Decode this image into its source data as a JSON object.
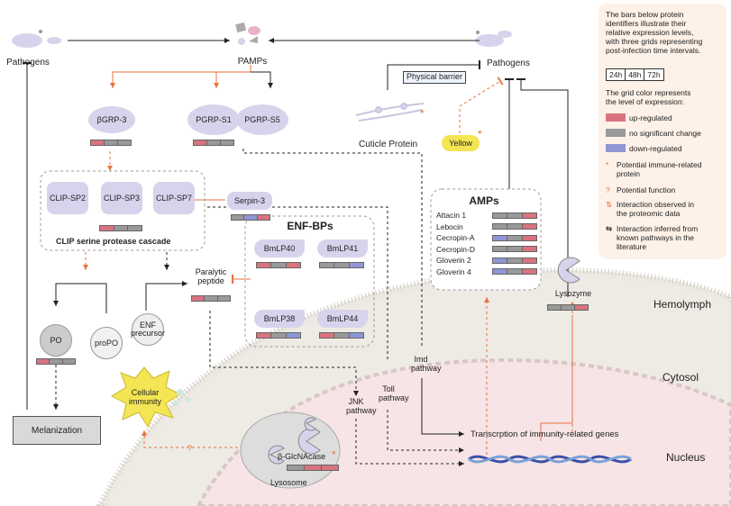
{
  "colors": {
    "up": "#d9737f",
    "none": "#999999",
    "down": "#8e96d4",
    "node": "#d7d3ec",
    "orange": "#e8723e",
    "legend_bg": "#fdf1e8",
    "yellow": "#f3e553"
  },
  "nodes": {
    "pathogens_left": "Pathogens",
    "pamps": "PAMPs",
    "pathogens_right": "Pathogens",
    "physical_barrier": "Physical barrier",
    "cuticle_protein": "Cuticle Protein",
    "yellow": "Yellow",
    "bgrp3": "βGRP-3",
    "pgrp_s1": "PGRP-S1",
    "pgrp_s5": "PGRP-S5",
    "clip_sp2": "CLIP-SP2",
    "clip_sp3": "CLIP-SP3",
    "clip_sp7": "CLIP-SP7",
    "serpin3": "Serpin-3",
    "clip_cascade": "CLIP serine protease cascade",
    "enf_bps": "ENF-BPs",
    "bmlp40": "BmLP40",
    "bmlp41": "BmLP41",
    "bmlp38": "BmLP38",
    "bmlp44": "BmLP44",
    "paralytic_peptide": "Paralytic peptide",
    "enf_precursor": "ENF precursor",
    "po": "PO",
    "propo": "proPO",
    "melanization": "Melanization",
    "cellular_immunity": "Cellular immunity",
    "lysosome": "Lysosome",
    "glcnacase": "β-GlcNAcase",
    "amps_title": "AMPs",
    "lysozyme": "Lysozyme",
    "hemolymph": "Hemolymph",
    "cytosol": "Cytosol",
    "nucleus": "Nucleus",
    "imd_pathway": "Imd pathway",
    "toll_pathway": "Toll pathway",
    "jnk_pathway": "JNK pathway",
    "transcription": "Transcrption of immunity-related genes",
    "question": "?"
  },
  "amps": [
    {
      "name": "Attacin 1",
      "bar": [
        "none",
        "none",
        "up"
      ]
    },
    {
      "name": "Lebocin",
      "bar": [
        "none",
        "none",
        "up"
      ]
    },
    {
      "name": "Cecropin-A",
      "bar": [
        "down",
        "none",
        "up"
      ]
    },
    {
      "name": "Cecropin-D",
      "bar": [
        "none",
        "none",
        "up"
      ]
    },
    {
      "name": "Gloverin 2",
      "bar": [
        "down",
        "none",
        "up"
      ]
    },
    {
      "name": "Gloverin 4",
      "bar": [
        "down",
        "none",
        "up"
      ]
    }
  ],
  "bars": {
    "bgrp3": [
      "up",
      "none",
      "none"
    ],
    "pgrp_s1": [
      "up",
      "none",
      "none"
    ],
    "clip": [
      "up",
      "none",
      "none"
    ],
    "serpin3": [
      "none",
      "down",
      "up"
    ],
    "bmlp40": [
      "up",
      "none",
      "up"
    ],
    "bmlp41": [
      "none",
      "none",
      "down"
    ],
    "bmlp38": [
      "up",
      "none",
      "down"
    ],
    "bmlp44": [
      "up",
      "none",
      "down"
    ],
    "paralytic": [
      "up",
      "none",
      "none"
    ],
    "po": [
      "up",
      "none",
      "none"
    ],
    "lysozyme": [
      "none",
      "none",
      "up"
    ],
    "glcnacase": [
      "none",
      "up",
      "up"
    ]
  },
  "legend": {
    "intro": [
      "The bars below protein",
      "identifiers illustrate their",
      "relative expression levels,",
      "with three grids representing",
      "post-infection time intervals."
    ],
    "times": [
      "24h",
      "48h",
      "72h"
    ],
    "grid_intro": [
      "The grid color represents",
      "the level of expression:"
    ],
    "up": "up-regulated",
    "none": "no significant change",
    "down": "down-regulated",
    "star_symbol": "*",
    "star": [
      "Potential immune-related",
      "protein"
    ],
    "question_symbol": "?",
    "question": "Potential function",
    "observed": [
      "Interaction observed in",
      "the proteomic data"
    ],
    "inferred": [
      "Interaction inferred from",
      "known pathways in the",
      "literature"
    ]
  }
}
